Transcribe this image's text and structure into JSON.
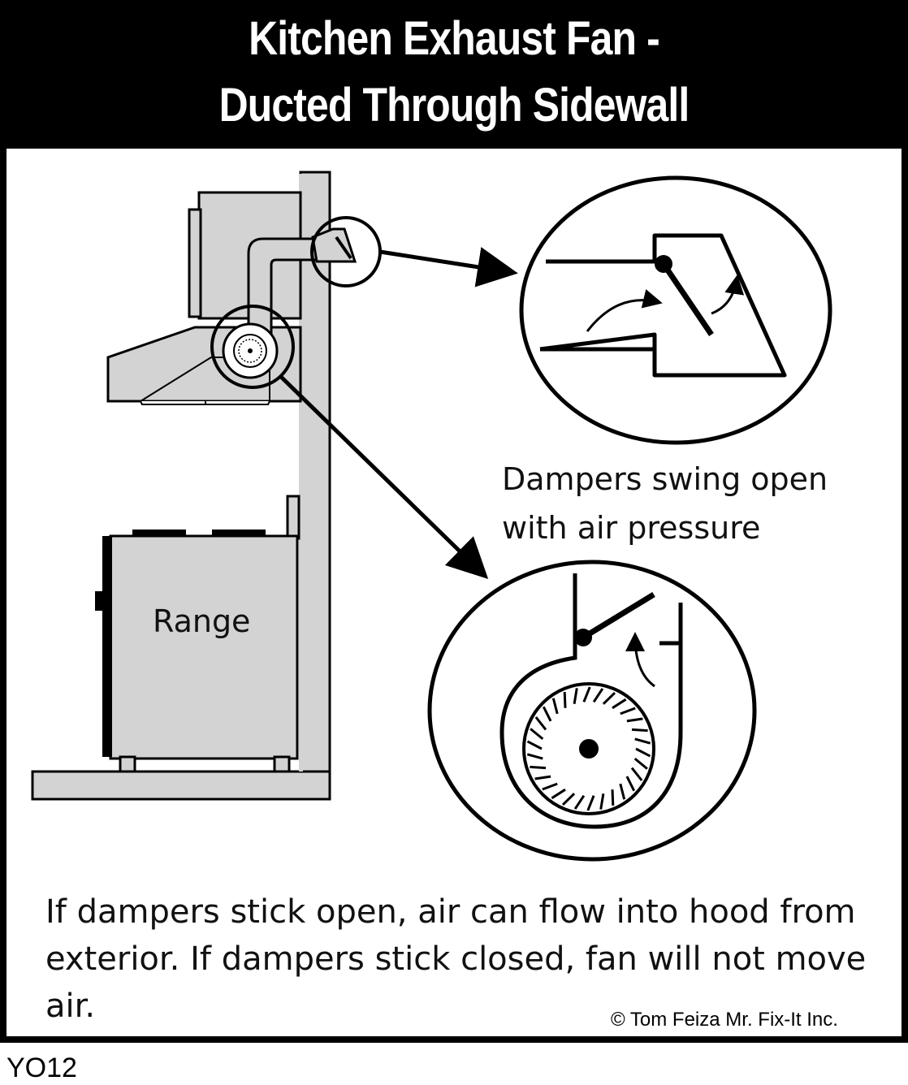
{
  "title": {
    "line1": "Kitchen Exhaust Fan -",
    "line2": "Ducted Through Sidewall"
  },
  "labels": {
    "range": "Range",
    "damper_caption_line1": "Dampers swing open",
    "damper_caption_line2": "with air pressure"
  },
  "note": {
    "line1": "If dampers stick open, air can flow into hood from",
    "line2": "exterior.  If dampers stick closed, fan will not move",
    "line3": "air."
  },
  "copyright": "© Tom Feiza Mr. Fix-It Inc.",
  "figure_code": "YO12",
  "colors": {
    "header_bg": "#000000",
    "header_text": "#ffffff",
    "fill_gray": "#d3d3d3",
    "stroke": "#000000"
  }
}
